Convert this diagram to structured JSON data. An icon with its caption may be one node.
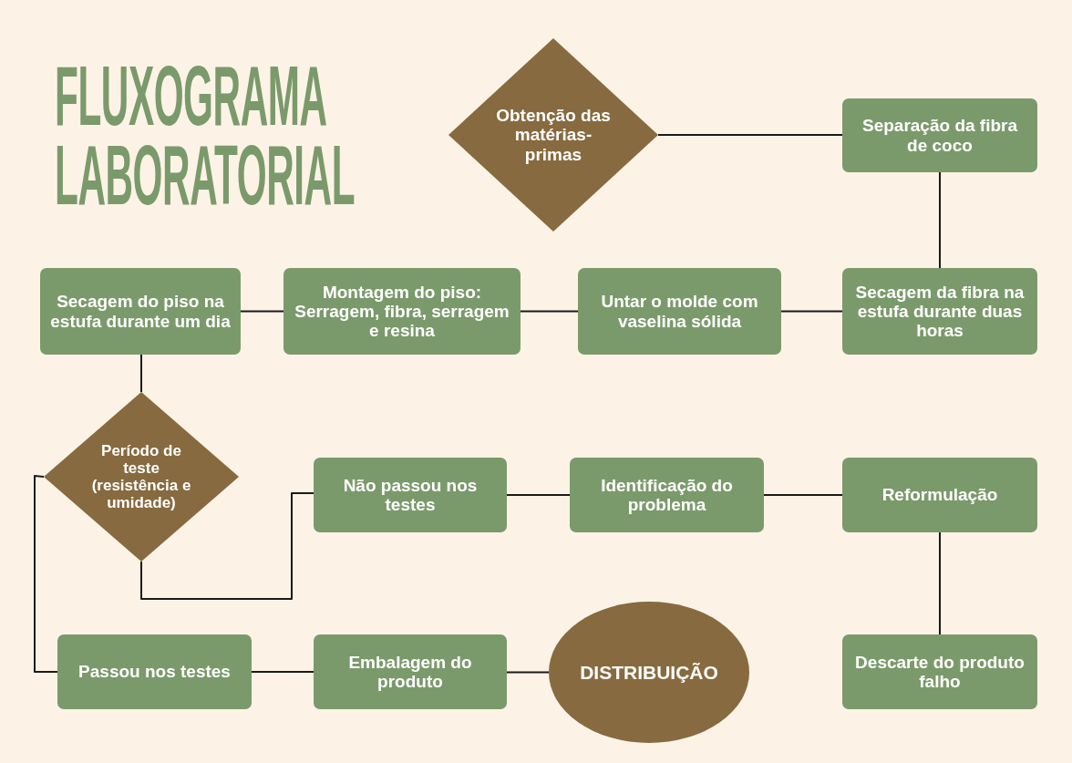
{
  "diagram": {
    "title": "FLUXOGRAMA LABORATORIAL",
    "nodes": [
      {
        "text": [
          "Obtenção das matérias-primas"
        ]
      },
      {
        "text": [
          "Separação da fibra de coco"
        ]
      },
      {
        "text": [
          "Secagem da fibra na estufa durante duas horas"
        ]
      },
      {
        "text": [
          "Untar o molde com vaselina sólida"
        ]
      },
      {
        "text": [
          "Montagem do piso: Serragem, fibra, serragem e resina"
        ]
      },
      {
        "text": [
          "Secagem do piso na estufa durante um dia"
        ]
      },
      {
        "text": [
          "Período de teste (resistência e umidade)"
        ]
      },
      {
        "text": [
          "Não passou nos testes"
        ]
      },
      {
        "text": [
          "Identificação do problema"
        ]
      },
      {
        "text": [
          "Reformulação"
        ]
      },
      {
        "text": [
          "Descarte do produto falho"
        ]
      },
      {
        "text": [
          "Passou nos testes"
        ]
      },
      {
        "text": [
          "Embalagem do produto"
        ]
      },
      {
        "text": [
          "DISTRIBUIÇÃO"
        ]
      }
    ],
    "edges": [
      {
        "from": 0,
        "to": 1,
        "arrow": "none"
      },
      {
        "from": 1,
        "to": 2,
        "arrow": "none"
      },
      {
        "from": 2,
        "to": 3,
        "arrow": "none"
      },
      {
        "from": 3,
        "to": 4,
        "arrow": "none"
      },
      {
        "from": 4,
        "to": 5,
        "arrow": "none"
      },
      {
        "from": 5,
        "to": 6,
        "arrow": "none"
      },
      {
        "from": 6,
        "to": 7,
        "arrow": "none"
      },
      {
        "from": 7,
        "to": 8,
        "arrow": "none"
      },
      {
        "from": 8,
        "to": 9,
        "arrow": "none"
      },
      {
        "from": 9,
        "to": 10,
        "arrow": "none"
      },
      {
        "from": 6,
        "to": 11,
        "arrow": "none"
      },
      {
        "from": 11,
        "to": 12,
        "arrow": "none"
      },
      {
        "from": 12,
        "to": 13,
        "arrow": "none"
      }
    ]
  }
}
